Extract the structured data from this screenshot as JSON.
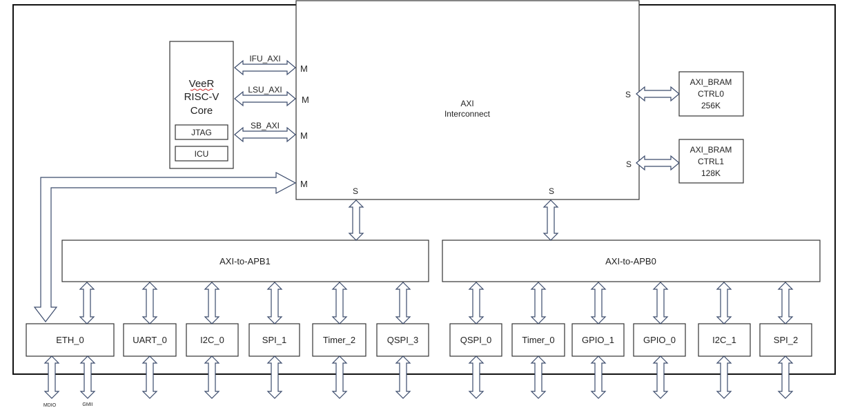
{
  "core": {
    "lines": [
      "VeeR",
      "RISC-V",
      "Core"
    ],
    "jtag": "JTAG",
    "icu": "ICU"
  },
  "buses": {
    "ifu": "IFU_AXI",
    "lsu": "LSU_AXI",
    "sb": "SB_AXI"
  },
  "interconnect": {
    "lines": [
      "AXI",
      "Interconnect"
    ],
    "master_port": "M",
    "slave_port": "S"
  },
  "bram": [
    {
      "lines": [
        "AXI_BRAM",
        "CTRL0",
        "256K"
      ]
    },
    {
      "lines": [
        "AXI_BRAM",
        "CTRL1",
        "128K"
      ]
    }
  ],
  "bridges": {
    "apb1": "AXI-to-APB1",
    "apb0": "AXI-to-APB0"
  },
  "peripherals": [
    "ETH_0",
    "UART_0",
    "I2C_0",
    "SPI_1",
    "Timer_2",
    "QSPI_3",
    "QSPI_0",
    "Timer_0",
    "GPIO_1",
    "GPIO_0",
    "I2C_1",
    "SPI_2"
  ],
  "eth_signals": {
    "mdio": "MDIO",
    "gmii": "GMII"
  },
  "colors": {
    "arrow_stroke": "#3a4a6b",
    "box_stroke": "#333333",
    "spellcheck": "#d02020"
  }
}
